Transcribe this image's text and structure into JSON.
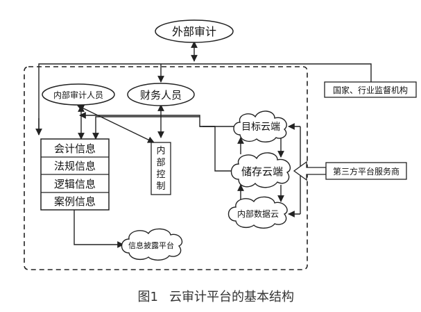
{
  "nodes": {
    "external_audit": "外部审计",
    "regulator": "国家、行业监督机构",
    "internal_auditor": "内部审计人员",
    "finance_staff": "财务人员",
    "internal_control": [
      "内",
      "部",
      "控",
      "制"
    ],
    "target_cloud": "目标云端",
    "storage_cloud": "储存云端",
    "internal_data_cloud": "内部数据云",
    "third_party": "第三方平台服务商",
    "info_disclosure": "信息披露平台",
    "info_stack": [
      "会计信息",
      "法规信息",
      "逻辑信息",
      "案例信息"
    ]
  },
  "caption": {
    "figure": "图1",
    "title": "云审计平台的基本结构"
  }
}
